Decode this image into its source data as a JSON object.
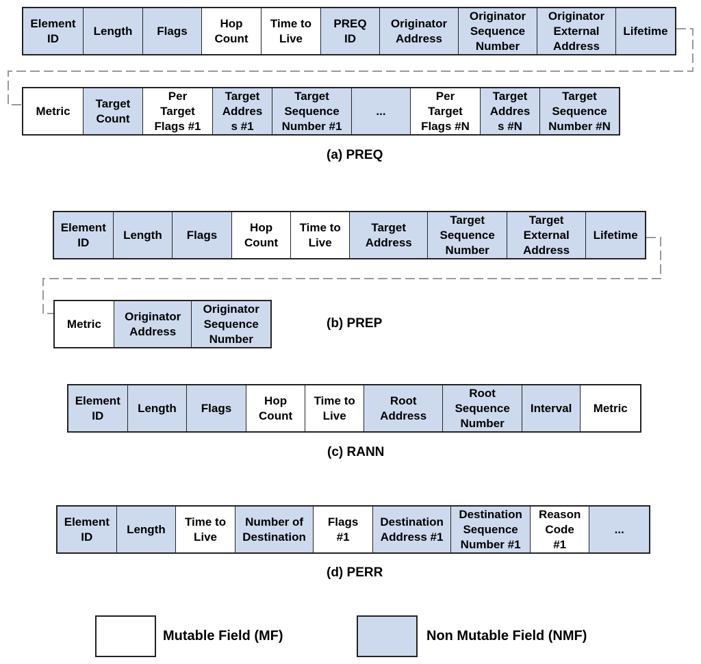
{
  "colors": {
    "mutable": "#ffffff",
    "non_mutable": "#cddaee",
    "border": "#222222",
    "connector": "#999999"
  },
  "preq": {
    "caption": "(a) PREQ",
    "row1": [
      {
        "label": "Element\nID",
        "kind": "nmf"
      },
      {
        "label": "Length",
        "kind": "nmf"
      },
      {
        "label": "Flags",
        "kind": "nmf"
      },
      {
        "label": "Hop\nCount",
        "kind": "mf"
      },
      {
        "label": "Time to\nLive",
        "kind": "mf"
      },
      {
        "label": "PREQ\nID",
        "kind": "nmf"
      },
      {
        "label": "Originator\nAddress",
        "kind": "nmf"
      },
      {
        "label": "Originator\nSequence\nNumber",
        "kind": "nmf"
      },
      {
        "label": "Originator\nExternal\nAddress",
        "kind": "nmf"
      },
      {
        "label": "Lifetime",
        "kind": "nmf"
      }
    ],
    "row2": [
      {
        "label": "Metric",
        "kind": "mf"
      },
      {
        "label": "Target\nCount",
        "kind": "nmf"
      },
      {
        "label": "Per\nTarget\nFlags #1",
        "kind": "mf"
      },
      {
        "label": "Target\nAddres\ns #1",
        "kind": "nmf"
      },
      {
        "label": "Target\nSequence\nNumber #1",
        "kind": "nmf"
      },
      {
        "label": "...",
        "kind": "nmf"
      },
      {
        "label": "Per\nTarget\nFlags #N",
        "kind": "mf"
      },
      {
        "label": "Target\nAddres\ns #N",
        "kind": "nmf"
      },
      {
        "label": "Target\nSequence\nNumber #N",
        "kind": "nmf"
      }
    ]
  },
  "prep": {
    "caption": "(b) PREP",
    "row1": [
      {
        "label": "Element\nID",
        "kind": "nmf"
      },
      {
        "label": "Length",
        "kind": "nmf"
      },
      {
        "label": "Flags",
        "kind": "nmf"
      },
      {
        "label": "Hop\nCount",
        "kind": "mf"
      },
      {
        "label": "Time to\nLive",
        "kind": "mf"
      },
      {
        "label": "Target\nAddress",
        "kind": "nmf"
      },
      {
        "label": "Target\nSequence\nNumber",
        "kind": "nmf"
      },
      {
        "label": "Target\nExternal\nAddress",
        "kind": "nmf"
      },
      {
        "label": "Lifetime",
        "kind": "nmf"
      }
    ],
    "row2": [
      {
        "label": "Metric",
        "kind": "mf"
      },
      {
        "label": "Originator\nAddress",
        "kind": "nmf"
      },
      {
        "label": "Originator\nSequence\nNumber",
        "kind": "nmf"
      }
    ]
  },
  "rann": {
    "caption": "(c) RANN",
    "row1": [
      {
        "label": "Element\nID",
        "kind": "nmf"
      },
      {
        "label": "Length",
        "kind": "nmf"
      },
      {
        "label": "Flags",
        "kind": "nmf"
      },
      {
        "label": "Hop\nCount",
        "kind": "mf"
      },
      {
        "label": "Time to\nLive",
        "kind": "mf"
      },
      {
        "label": "Root\nAddress",
        "kind": "nmf"
      },
      {
        "label": "Root\nSequence\nNumber",
        "kind": "nmf"
      },
      {
        "label": "Interval",
        "kind": "nmf"
      },
      {
        "label": "Metric",
        "kind": "mf"
      }
    ]
  },
  "perr": {
    "caption": "(d) PERR",
    "row1": [
      {
        "label": "Element\nID",
        "kind": "nmf"
      },
      {
        "label": "Length",
        "kind": "nmf"
      },
      {
        "label": "Time to\nLive",
        "kind": "mf"
      },
      {
        "label": "Number of\nDestination",
        "kind": "nmf"
      },
      {
        "label": "Flags\n#1",
        "kind": "mf"
      },
      {
        "label": "Destination\nAddress #1",
        "kind": "nmf"
      },
      {
        "label": "Destination\nSequence\nNumber #1",
        "kind": "nmf"
      },
      {
        "label": "Reason\nCode\n#1",
        "kind": "mf"
      },
      {
        "label": "...",
        "kind": "nmf"
      }
    ]
  },
  "legend": {
    "mutable_label": "Mutable Field (MF)",
    "non_mutable_label": "Non Mutable Field (NMF)"
  }
}
